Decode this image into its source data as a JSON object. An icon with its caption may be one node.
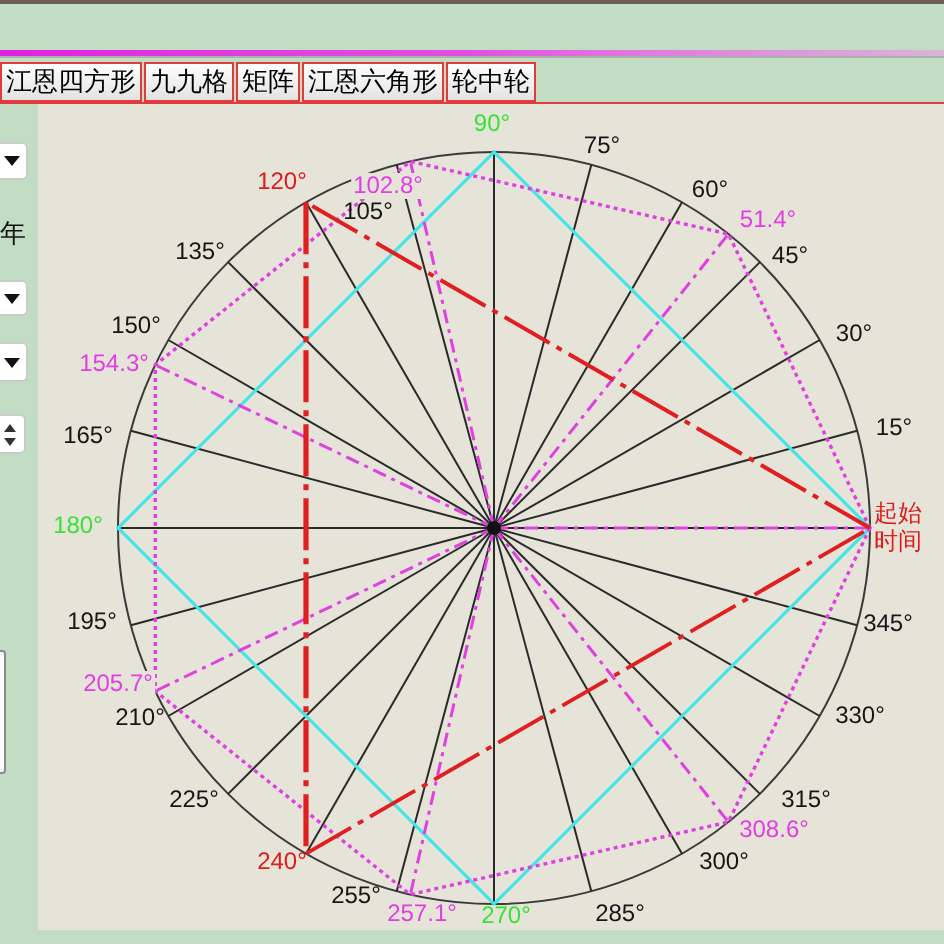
{
  "diagram": {
    "labels": [
      "江恩四方形",
      "九九格",
      "矩阵",
      "江恩六角形",
      "轮中轮",
      "年",
      "90°",
      "75°",
      "120°",
      "102.8°",
      "60°",
      "105°",
      "51.4°",
      "135°",
      "45°",
      "150°",
      "30°",
      "154.3°",
      "165°",
      "15°",
      "180°",
      "起始时间",
      "195°",
      "345°",
      "205.7°",
      "210°",
      "330°",
      "225°",
      "315°",
      "308.6°",
      "240°",
      "300°",
      "255°",
      "257.1°",
      "270°",
      "285°"
    ]
  }
}
